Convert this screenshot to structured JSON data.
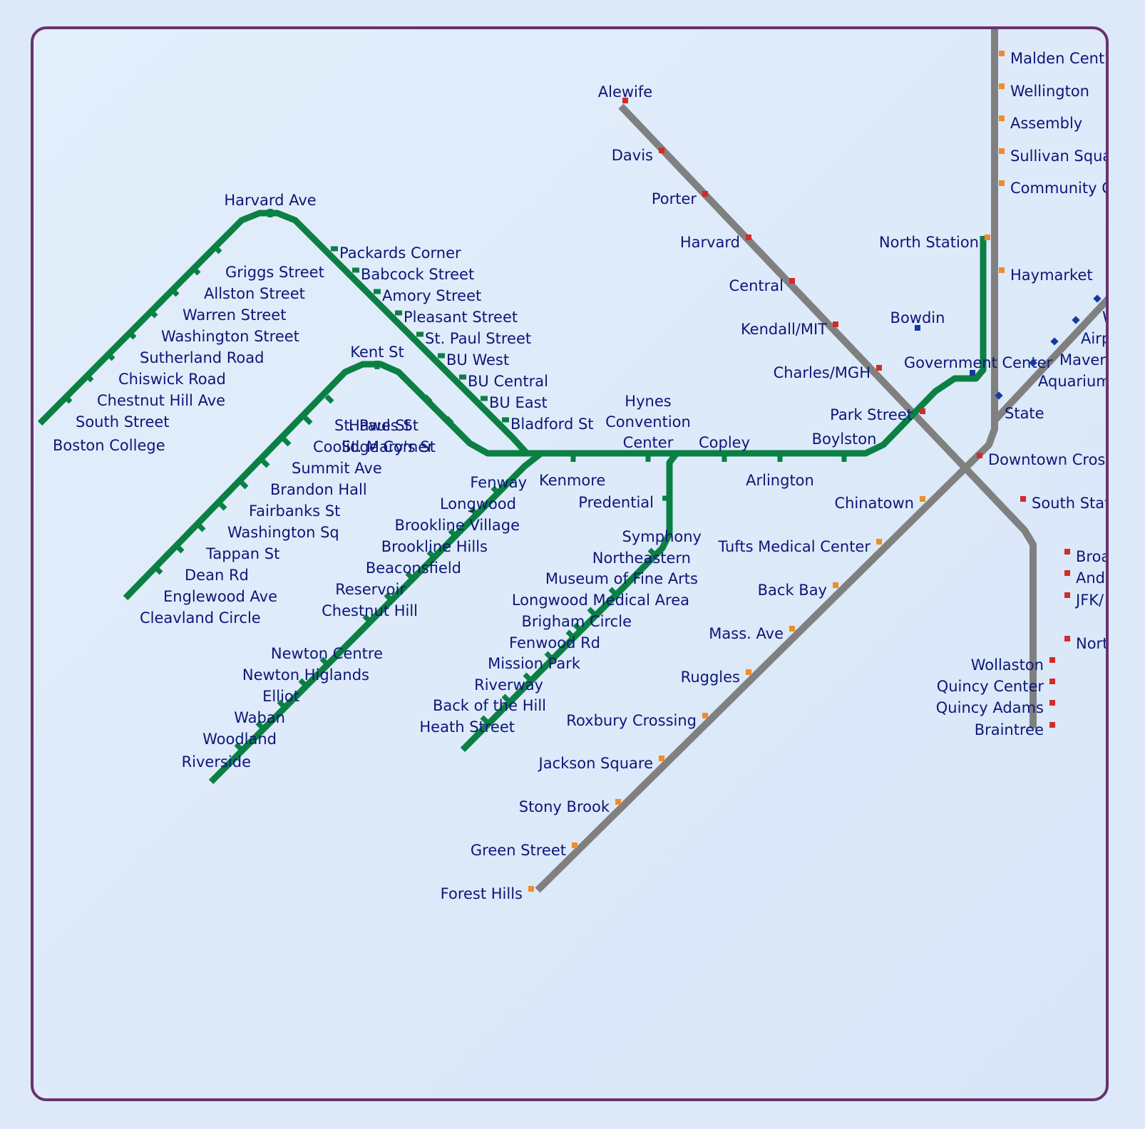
{
  "colors": {
    "green_line": "#0a8043",
    "gray_line": "#808080",
    "red_station": "#d42a2a",
    "orange_station": "#f08c28",
    "blue_station": "#1439a0",
    "label_text": "#0d1678",
    "frame_border": "#66336e"
  },
  "map": {
    "stations": [
      {
        "name": "Harvard Ave",
        "line": "green"
      },
      {
        "name": "Griggs Street",
        "line": "green"
      },
      {
        "name": "Allston Street",
        "line": "green"
      },
      {
        "name": "Warren Street",
        "line": "green"
      },
      {
        "name": "Washington Street",
        "line": "green"
      },
      {
        "name": "Sutherland Road",
        "line": "green"
      },
      {
        "name": "Chiswick Road",
        "line": "green"
      },
      {
        "name": "Chestnut Hill Ave",
        "line": "green"
      },
      {
        "name": "South Street",
        "line": "green"
      },
      {
        "name": "Boston College",
        "line": "green"
      },
      {
        "name": "Packards Corner",
        "line": "green"
      },
      {
        "name": "Babcock Street",
        "line": "green"
      },
      {
        "name": "Amory Street",
        "line": "green"
      },
      {
        "name": "Pleasant Street",
        "line": "green"
      },
      {
        "name": "St. Paul Street",
        "line": "green"
      },
      {
        "name": "BU West",
        "line": "green"
      },
      {
        "name": "BU Central",
        "line": "green"
      },
      {
        "name": "BU East",
        "line": "green"
      },
      {
        "name": "Bladford St",
        "line": "green"
      },
      {
        "name": "Kent St",
        "line": "green"
      },
      {
        "name": "St. Paul St",
        "line": "green"
      },
      {
        "name": "Coolidge Corner",
        "line": "green"
      },
      {
        "name": "Hawes St",
        "line": "green"
      },
      {
        "name": "St. Mary's St",
        "line": "green"
      },
      {
        "name": "Summit Ave",
        "line": "green"
      },
      {
        "name": "Brandon Hall",
        "line": "green"
      },
      {
        "name": "Fairbanks St",
        "line": "green"
      },
      {
        "name": "Washington Sq",
        "line": "green"
      },
      {
        "name": "Tappan St",
        "line": "green"
      },
      {
        "name": "Dean Rd",
        "line": "green"
      },
      {
        "name": "Englewood Ave",
        "line": "green"
      },
      {
        "name": "Cleavland Circle",
        "line": "green"
      },
      {
        "name": "Kenmore",
        "line": "green"
      },
      {
        "name": "Fenway",
        "line": "green"
      },
      {
        "name": "Longwood",
        "line": "green"
      },
      {
        "name": "Brookline Village",
        "line": "green"
      },
      {
        "name": "Brookline Hills",
        "line": "green"
      },
      {
        "name": "Beaconsfield",
        "line": "green"
      },
      {
        "name": "Reservoir",
        "line": "green"
      },
      {
        "name": "Chestnut Hill",
        "line": "green"
      },
      {
        "name": "Newton Centre",
        "line": "green"
      },
      {
        "name": "Newton Higlands",
        "line": "green"
      },
      {
        "name": "Elliot",
        "line": "green"
      },
      {
        "name": "Waban",
        "line": "green"
      },
      {
        "name": "Woodland",
        "line": "green"
      },
      {
        "name": "Riverside",
        "line": "green"
      },
      {
        "name": "Hynes",
        "line": "green"
      },
      {
        "name": "Convention",
        "line": "green"
      },
      {
        "name": "Center",
        "line": "green"
      },
      {
        "name": "Copley",
        "line": "green"
      },
      {
        "name": "Arlington",
        "line": "green"
      },
      {
        "name": "Boylston",
        "line": "green"
      },
      {
        "name": "Predential",
        "line": "green"
      },
      {
        "name": "Symphony",
        "line": "green"
      },
      {
        "name": "Northeastern",
        "line": "green"
      },
      {
        "name": "Museum of Fine Arts",
        "line": "green"
      },
      {
        "name": "Longwood Medical Area",
        "line": "green"
      },
      {
        "name": "Brigham Circle",
        "line": "green"
      },
      {
        "name": "Fenwood Rd",
        "line": "green"
      },
      {
        "name": "Mission Park",
        "line": "green"
      },
      {
        "name": "Riverway",
        "line": "green"
      },
      {
        "name": "Back of the Hill",
        "line": "green"
      },
      {
        "name": "Heath Street",
        "line": "green"
      },
      {
        "name": "Alewife",
        "line": "red"
      },
      {
        "name": "Davis",
        "line": "red"
      },
      {
        "name": "Porter",
        "line": "red"
      },
      {
        "name": "Harvard",
        "line": "red"
      },
      {
        "name": "Central",
        "line": "red"
      },
      {
        "name": "Kendall/MIT",
        "line": "red"
      },
      {
        "name": "Charles/MGH",
        "line": "red"
      },
      {
        "name": "Park Street",
        "line": "red"
      },
      {
        "name": "Downtown Cros",
        "line": "red"
      },
      {
        "name": "South Stat",
        "line": "red"
      },
      {
        "name": "Broa",
        "line": "red"
      },
      {
        "name": "Andr",
        "line": "red"
      },
      {
        "name": "JFK/",
        "line": "red"
      },
      {
        "name": "Nort",
        "line": "red"
      },
      {
        "name": "Wollaston",
        "line": "red"
      },
      {
        "name": "Quincy Center",
        "line": "red"
      },
      {
        "name": "Quincy Adams",
        "line": "red"
      },
      {
        "name": "Braintree",
        "line": "red"
      },
      {
        "name": "Malden Cent",
        "line": "orange"
      },
      {
        "name": "Wellington",
        "line": "orange"
      },
      {
        "name": "Assembly",
        "line": "orange"
      },
      {
        "name": "Sullivan Squa",
        "line": "orange"
      },
      {
        "name": "Community C",
        "line": "orange"
      },
      {
        "name": "North Station",
        "line": "orange"
      },
      {
        "name": "Haymarket",
        "line": "orange"
      },
      {
        "name": "Chinatown",
        "line": "orange"
      },
      {
        "name": "Tufts Medical Center",
        "line": "orange"
      },
      {
        "name": "Back Bay",
        "line": "orange"
      },
      {
        "name": "Mass. Ave",
        "line": "orange"
      },
      {
        "name": "Ruggles",
        "line": "orange"
      },
      {
        "name": "Roxbury Crossing",
        "line": "orange"
      },
      {
        "name": "Jackson Square",
        "line": "orange"
      },
      {
        "name": "Stony Brook",
        "line": "orange"
      },
      {
        "name": "Green Street",
        "line": "orange"
      },
      {
        "name": "Forest Hills",
        "line": "orange"
      },
      {
        "name": "Bowdin",
        "line": "blue"
      },
      {
        "name": "Government Center",
        "line": "blue"
      },
      {
        "name": "State",
        "line": "blue"
      },
      {
        "name": "Aquarium",
        "line": "blue"
      },
      {
        "name": "Maveri",
        "line": "blue"
      },
      {
        "name": "Airp",
        "line": "blue"
      },
      {
        "name": "W",
        "line": "blue"
      }
    ]
  }
}
